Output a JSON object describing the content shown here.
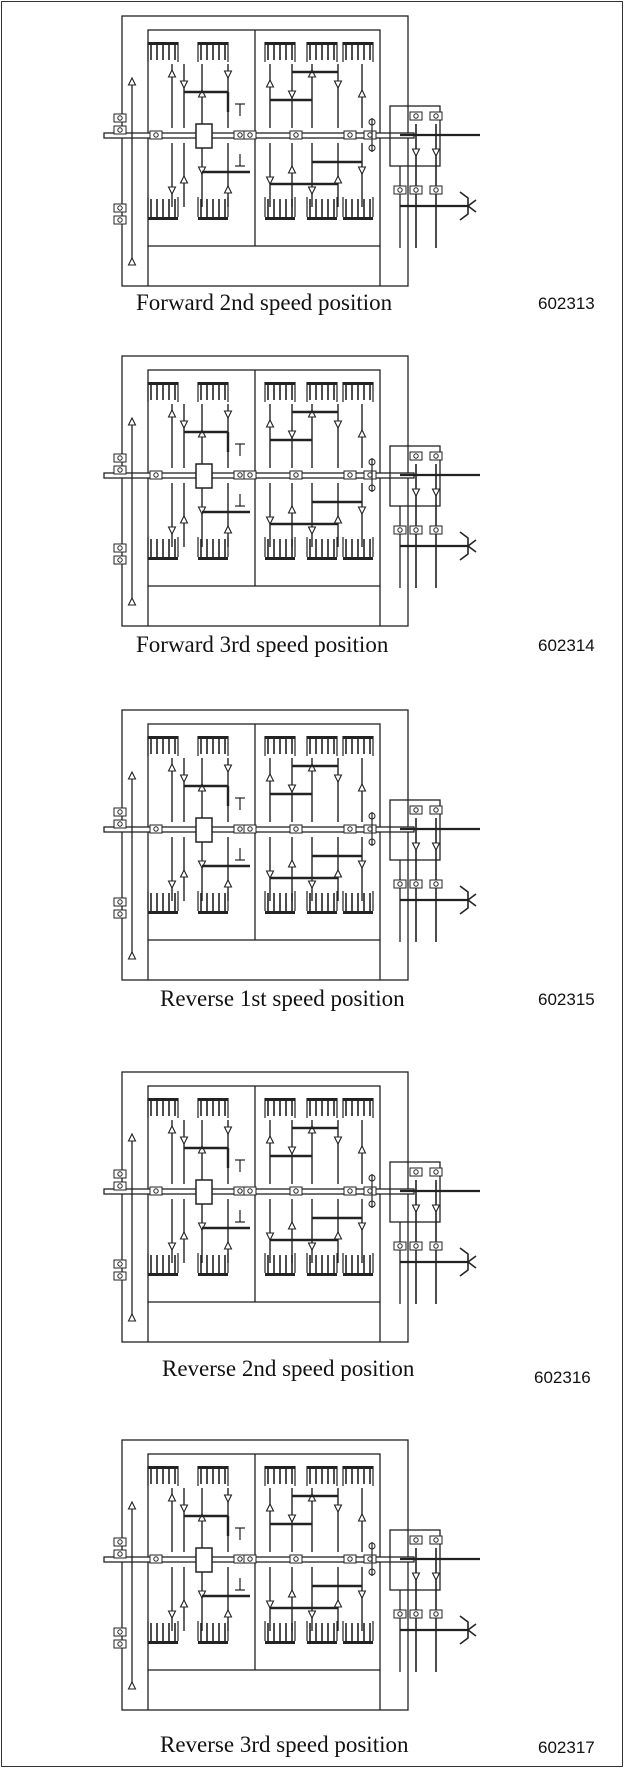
{
  "panels": [
    {
      "caption": "Forward 2nd speed position",
      "figure_number": "602313"
    },
    {
      "caption": "Forward 3rd speed position",
      "figure_number": "602314"
    },
    {
      "caption": "Reverse 1st speed position",
      "figure_number": "602315"
    },
    {
      "caption": "Reverse 2nd speed position",
      "figure_number": "602316"
    },
    {
      "caption": "Reverse 3rd speed position",
      "figure_number": "602317"
    }
  ]
}
